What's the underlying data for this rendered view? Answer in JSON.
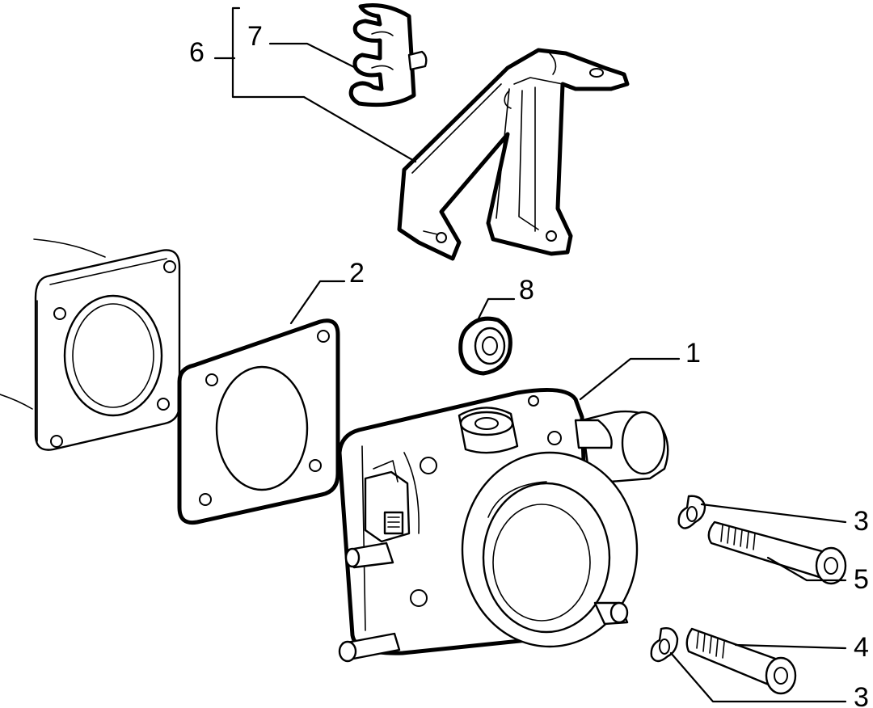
{
  "labels": {
    "l1": "1",
    "l2": "2",
    "l3a": "3",
    "l3b": "3",
    "l4": "4",
    "l5": "5",
    "l6": "6",
    "l7": "7",
    "l8": "8"
  },
  "colors": {
    "line": "#000000",
    "background": "#ffffff"
  }
}
